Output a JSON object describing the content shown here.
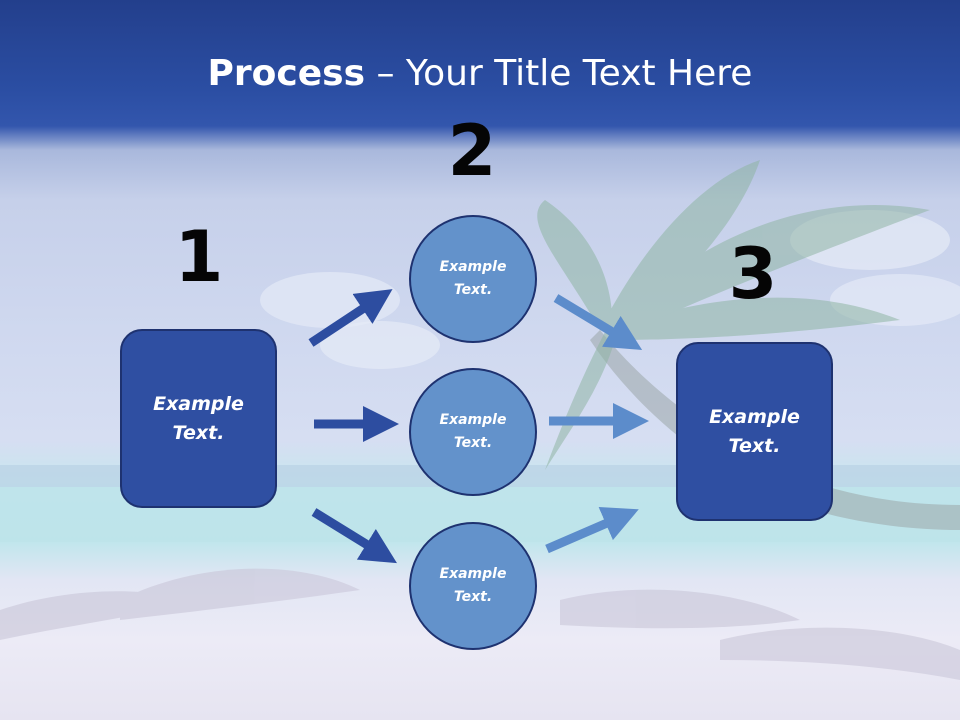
{
  "title": {
    "bold": "Process",
    "rest": " – Your Title Text Here"
  },
  "steps": [
    {
      "number": "1",
      "text": "Example Text."
    },
    {
      "number": "2",
      "items": [
        {
          "text": "Example Text."
        },
        {
          "text": "Example Text."
        },
        {
          "text": "Example Text."
        }
      ]
    },
    {
      "number": "3",
      "text": "Example Text."
    }
  ],
  "colors": {
    "dark_box": "#2f4fa2",
    "circle": "#6392cb",
    "arrow_dark": "#2d4da0",
    "arrow_light": "#5c8ccb"
  }
}
